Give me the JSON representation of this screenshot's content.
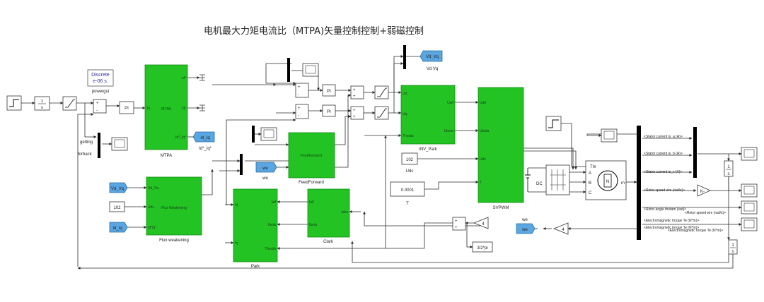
{
  "title": "电机最大力矩电流比（MTPA)矢量控制控制+弱磁控制",
  "colors": {
    "block_green": "#22c322",
    "tag_blue": "#5aa6e0",
    "line": "#2b2b2b",
    "bus": "#000000"
  },
  "powergui": {
    "line1": "Discrete",
    "line2": "e-06 s.",
    "label": "powergui"
  },
  "integrator": {
    "num": "1",
    "den": "s"
  },
  "mtpa": {
    "name": "MTPA",
    "label": "MTPA",
    "port_in": "Te",
    "port_out1": "id*",
    "port_out2": "iq*",
    "port_out3": "Id*_Iq*"
  },
  "id_iq_goto": {
    "text": "Id_Iq",
    "label": "Id*_Iq*"
  },
  "getting": "getting",
  "forback": "forback",
  "pi_label": "PI",
  "feedforward": {
    "name": "FeedForward",
    "label": "FeedForward"
  },
  "we_from": {
    "text": "we",
    "label": "we"
  },
  "vd_vq_goto": {
    "text": "Vd_Vq",
    "label": "Vd Vq"
  },
  "inv_park": {
    "label": "INV_Park",
    "in1": "Ud",
    "in2": "Uq",
    "in3": "Theata",
    "out1": "Ualf",
    "out2": "Ubeta"
  },
  "svpwm": {
    "label": "SVPWM",
    "in1": "Ualf",
    "in2": "Ubeta",
    "in3": "Udc",
    "in4": "T"
  },
  "udc_const": {
    "value": "102",
    "label": "Udc"
  },
  "t_const": {
    "value": "0.0001",
    "label": "T"
  },
  "flux_weakening": {
    "name": "Flux Weakening",
    "label": "Flux weakening",
    "in1": "Vd_Vq",
    "in2": "Udc",
    "in3": "Id*Iq*"
  },
  "flux_in": {
    "vd_vq": "Vd_Vq",
    "const": "102",
    "id_iq": "Id_Iq"
  },
  "park": {
    "label": "Park",
    "in1": "Ialf",
    "in2": "Ibeta",
    "in3": "Theata",
    "out1": "Id",
    "out2": "Iq"
  },
  "clark": {
    "label": "Clark",
    "in1": "Iabc",
    "out1": "Ialf",
    "out2": "Ibeta"
  },
  "gain_4": "4",
  "three_half_pi": "3/2*pi",
  "dc_label": "DC",
  "motor": {
    "tm": "Tm",
    "a": "A",
    "b": "B",
    "c": "C",
    "m": "m"
  },
  "we_goto": {
    "text": "we",
    "label": "we"
  },
  "selector": {
    "signals": [
      "<Stator current is_a (A)>",
      "<Stator current is_b (A)>",
      "<Stator current is_c (A)>",
      "<Rotor speed wm (rad/s)>",
      "<Rotor angle thetam (rad)>",
      "<Electromagnetic torque Te (N*m)>",
      "<Electromagnetic torque Te (N*m)>"
    ],
    "overlay_speed": "<Rotor speed wm (rad/s)>",
    "overlay_torque": "<Electromagnetic torque Te (N*m)>"
  },
  "speed_gain": "K-",
  "out_const": {
    "num": "1",
    "den": "s"
  }
}
